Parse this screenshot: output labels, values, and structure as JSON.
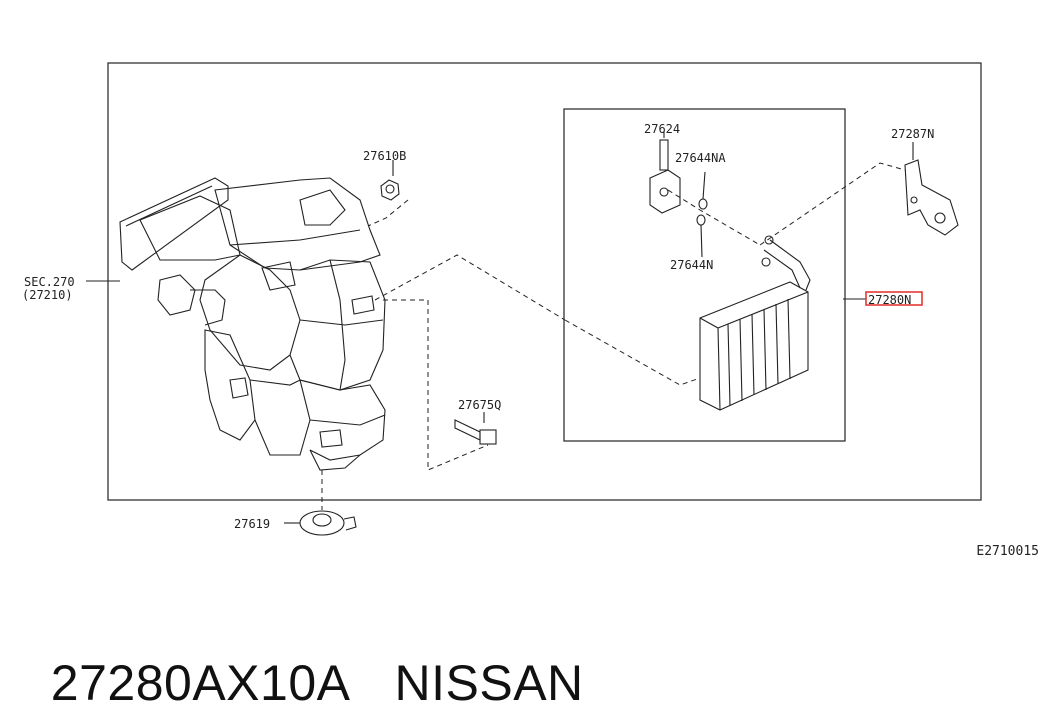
{
  "diagram": {
    "callouts": {
      "sec": "SEC.270",
      "sec_ref": "(27210)",
      "p27610B": "27610B",
      "p27624": "27624",
      "p27644NA": "27644NA",
      "p27644N": "27644N",
      "p27287N": "27287N",
      "p27280N": "27280N",
      "p27675Q": "27675Q",
      "p27619": "27619"
    },
    "figure_code": "E2710015",
    "highlight_color": "#e53935"
  },
  "title": {
    "part_number": "27280AX10A",
    "brand": "NISSAN"
  }
}
